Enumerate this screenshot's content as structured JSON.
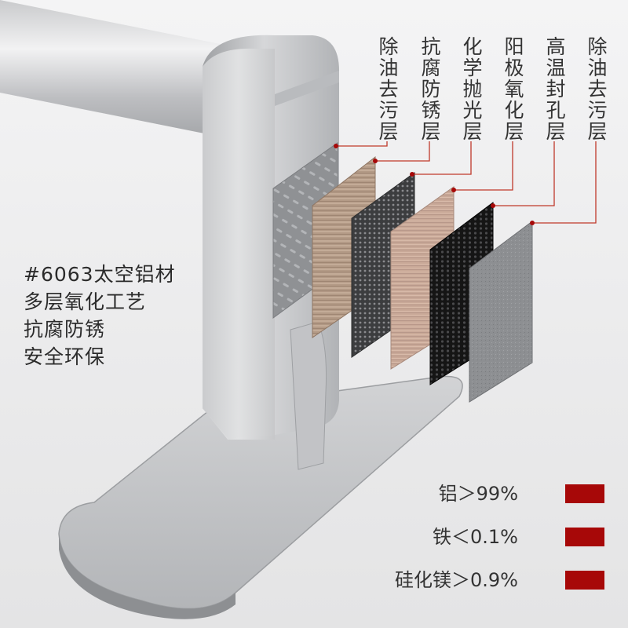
{
  "layers": [
    {
      "label": "除油去污层",
      "texture": "diamond-plate"
    },
    {
      "label": "抗腐防锈层",
      "texture": "brushed-bronze"
    },
    {
      "label": "化学抛光层",
      "texture": "dark-mesh"
    },
    {
      "label": "阳极氧化层",
      "texture": "brushed-rose"
    },
    {
      "label": "高温封孔层",
      "texture": "black-honeycomb"
    },
    {
      "label": "除油去污层",
      "texture": "grey-grain"
    }
  ],
  "features": [
    "#6063太空铝材",
    "多层氧化工艺",
    "抗腐防锈",
    "安全环保"
  ],
  "composition": [
    {
      "text": "铝＞99%",
      "color": "#a70808"
    },
    {
      "text": "铁＜0.1%",
      "color": "#a70808"
    },
    {
      "text": "硅化镁＞0.9%",
      "color": "#a70808"
    }
  ],
  "colors": {
    "accent": "#a70808",
    "leader_line": "#c0392b",
    "aluminium_light": "#d8d9db",
    "aluminium_dark": "#9fa1a4"
  }
}
